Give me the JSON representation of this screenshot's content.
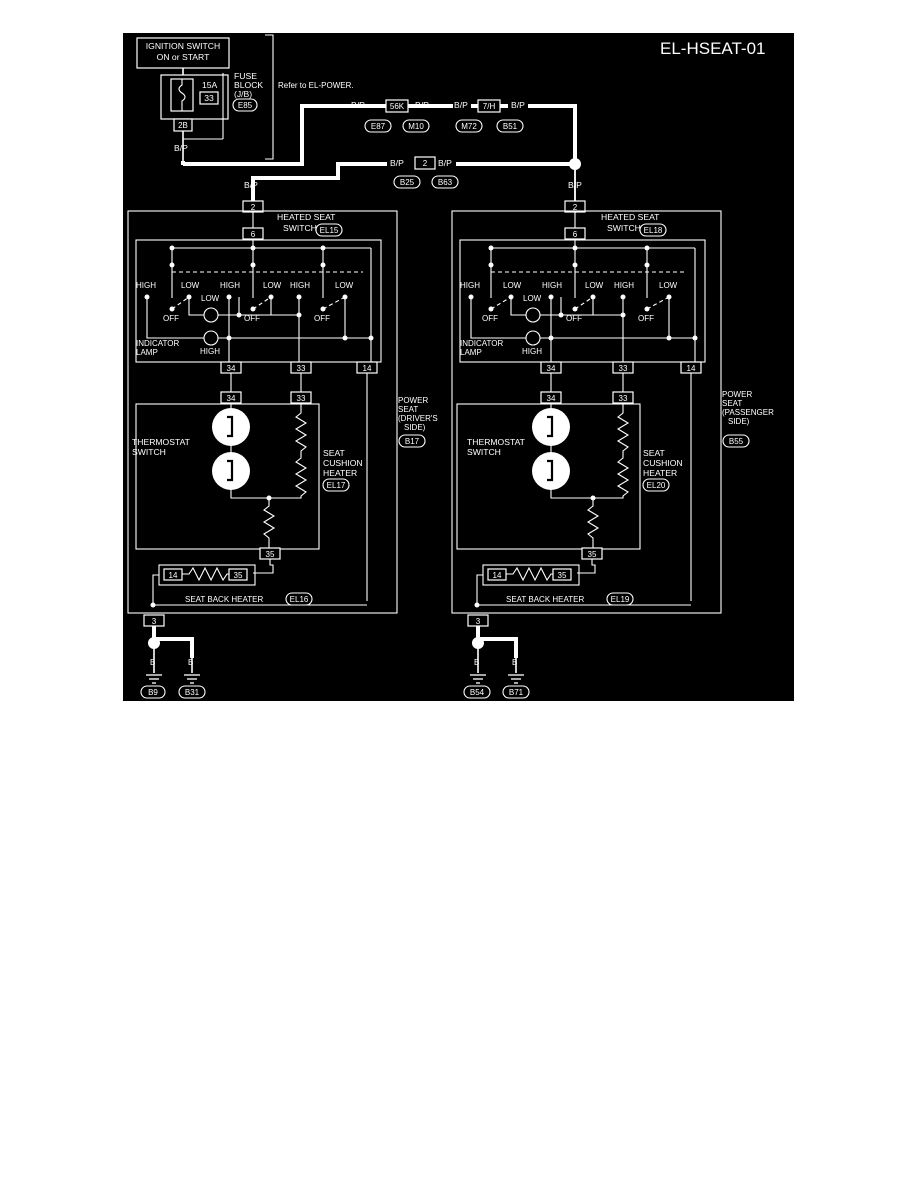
{
  "title": "EL-HSEAT-01",
  "ignition_switch": {
    "line1": "IGNITION SWITCH",
    "line2": "ON or START"
  },
  "fuse": {
    "rating": "15A",
    "number": "33",
    "block_line1": "FUSE",
    "block_line2": "BLOCK",
    "block_line3": "(J/B)",
    "connector": "E85",
    "terminal": "2B",
    "note": "Refer to EL-POWER."
  },
  "wire_colors": {
    "power": "B/P",
    "ground": "B"
  },
  "joint_connectors": {
    "jc1": {
      "terminal": "56K",
      "left": "E87",
      "right": "M10"
    },
    "jc2": {
      "terminal": "7/H",
      "left": "M72",
      "right": "B51"
    },
    "jc3": {
      "terminal": "2",
      "left": "B25",
      "right": "B63"
    }
  },
  "driver": {
    "switch_terminal": "2",
    "switch_pin": "6",
    "switch_name_line1": "HEATED SEAT",
    "switch_name_line2": "SWITCH",
    "switch_connector": "EL15",
    "labels": {
      "high": "HIGH",
      "low": "LOW",
      "off": "OFF",
      "indicator1": "INDICATOR",
      "indicator2": "LAMP"
    },
    "pin_34": "34",
    "pin_33": "33",
    "pin_14": "14",
    "pin_35": "35",
    "pin_3": "3",
    "power_seat_line1": "POWER",
    "power_seat_line2": "SEAT",
    "power_seat_line3": "(DRIVER'S",
    "power_seat_line4": "SIDE)",
    "power_seat_connector": "B17",
    "thermostat_line1": "THERMOSTAT",
    "thermostat_line2": "SWITCH",
    "cushion_line1": "SEAT",
    "cushion_line2": "CUSHION",
    "cushion_line3": "HEATER",
    "cushion_connector": "EL17",
    "seatback_label": "SEAT BACK HEATER",
    "seatback_connector": "EL16",
    "ground1": "B9",
    "ground2": "B31"
  },
  "passenger": {
    "switch_terminal": "2",
    "switch_pin": "6",
    "switch_name_line1": "HEATED SEAT",
    "switch_name_line2": "SWITCH",
    "switch_connector": "EL18",
    "labels": {
      "high": "HIGH",
      "low": "LOW",
      "off": "OFF",
      "indicator1": "INDICATOR",
      "indicator2": "LAMP"
    },
    "pin_34": "34",
    "pin_33": "33",
    "pin_14": "14",
    "pin_35": "35",
    "pin_3": "3",
    "power_seat_line1": "POWER",
    "power_seat_line2": "SEAT",
    "power_seat_line3": "(PASSENGER",
    "power_seat_line4": "SIDE)",
    "power_seat_connector": "B55",
    "thermostat_line1": "THERMOSTAT",
    "thermostat_line2": "SWITCH",
    "cushion_line1": "SEAT",
    "cushion_line2": "CUSHION",
    "cushion_line3": "HEATER",
    "cushion_connector": "EL20",
    "seatback_label": "SEAT BACK HEATER",
    "seatback_connector": "EL19",
    "ground1": "B54",
    "ground2": "B71"
  },
  "colors": {
    "background": "#000000",
    "line": "#ffffff",
    "page": "#ffffff"
  }
}
